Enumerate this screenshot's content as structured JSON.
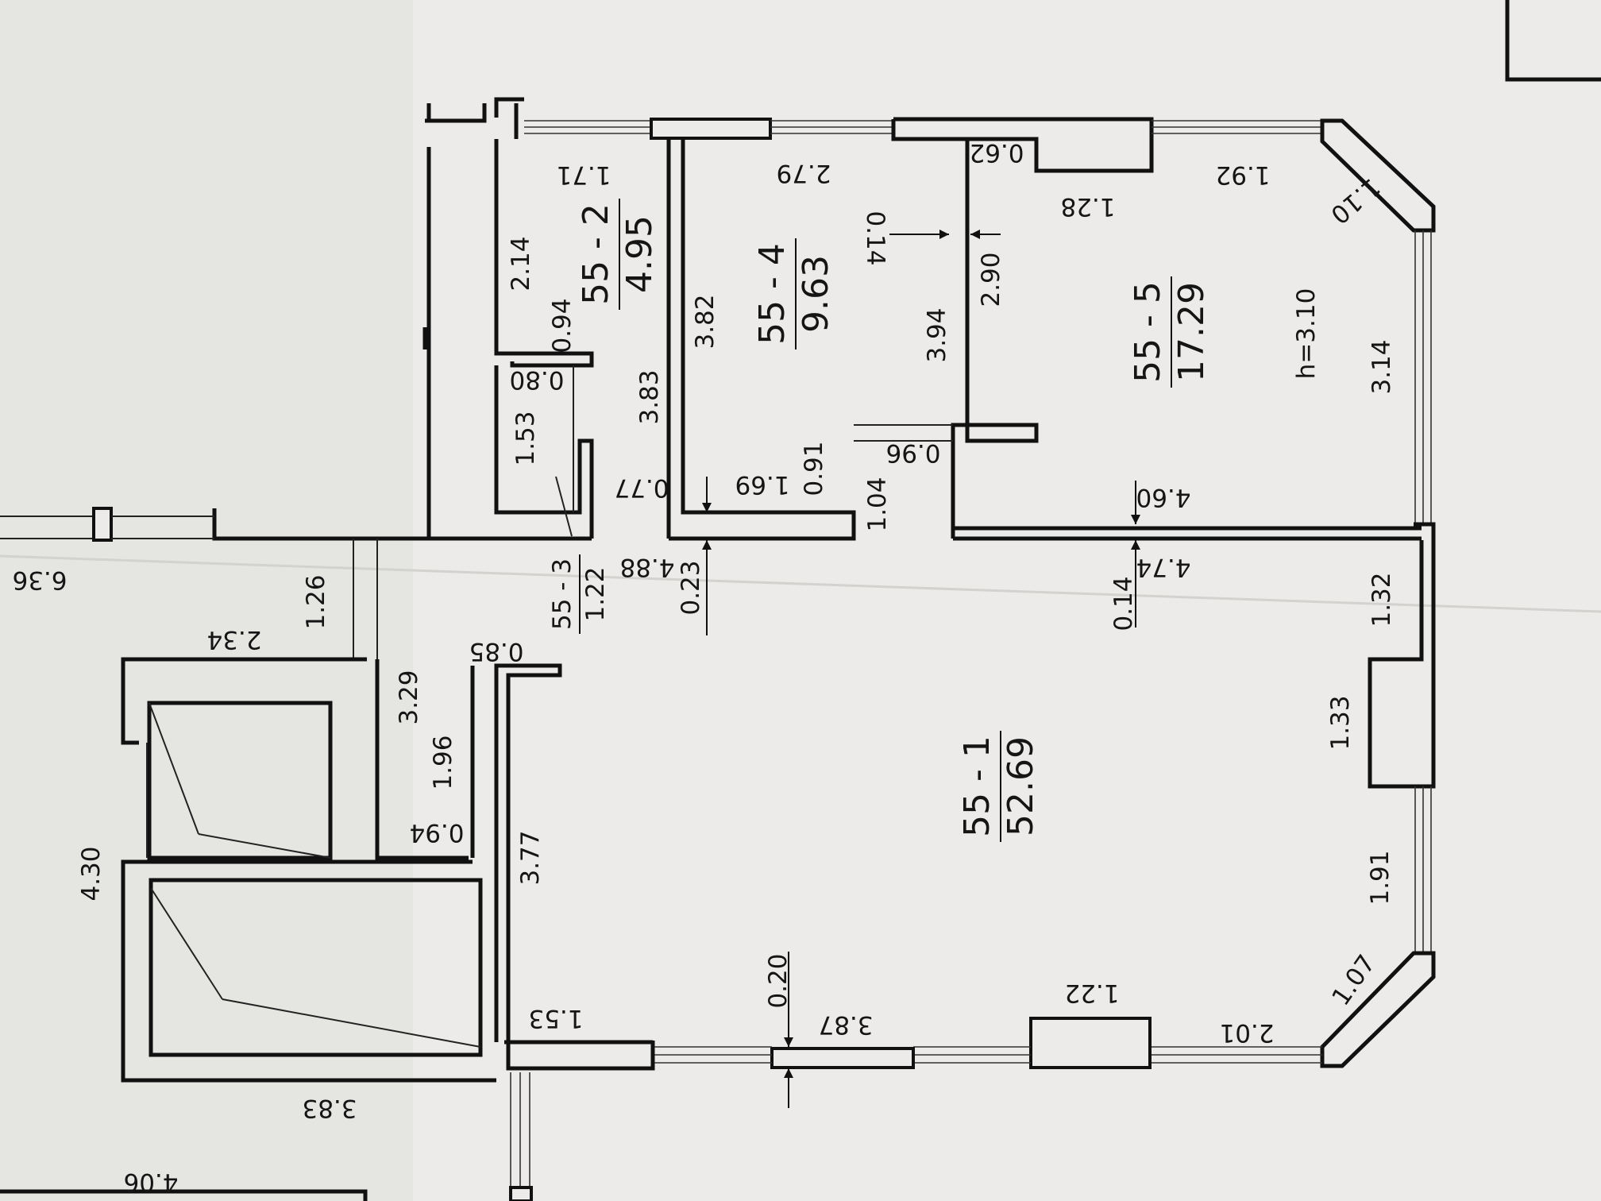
{
  "plan": {
    "rooms": [
      {
        "id": "55 - 1",
        "area": "52.69"
      },
      {
        "id": "55 - 2",
        "area": "4.95"
      },
      {
        "id": "55 - 3",
        "area": "1.22"
      },
      {
        "id": "55 - 4",
        "area": "9.63"
      },
      {
        "id": "55 - 5",
        "area": "17.29"
      }
    ],
    "ceiling_height": "h=3.10",
    "dimensions": {
      "d_171": "1.71",
      "d_214": "2.14",
      "d_094a": "0.94",
      "d_080": "0.80",
      "d_153a": "1.53",
      "d_383a": "3.83",
      "d_077": "0.77",
      "d_382": "3.82",
      "d_279": "2.79",
      "d_014a": "0.14",
      "d_394": "3.94",
      "d_169": "1.69",
      "d_091": "0.91",
      "d_104": "1.04",
      "d_096": "0.96",
      "d_290": "2.90",
      "d_062": "0.62",
      "d_128": "1.28",
      "d_192": "1.92",
      "d_110": "1.10",
      "d_314": "3.14",
      "d_460": "4.60",
      "d_474": "4.74",
      "d_014b": "0.14",
      "d_132": "1.32",
      "d_133": "1.33",
      "d_191": "1.91",
      "d_107": "1.07",
      "d_201": "2.01",
      "d_122": "1.22",
      "d_387": "3.87",
      "d_020": "0.20",
      "d_153b": "1.53",
      "d_377": "3.77",
      "d_085": "0.85",
      "d_329": "3.29",
      "d_196": "1.96",
      "d_094b": "0.94",
      "d_234": "2.34",
      "d_126": "1.26",
      "d_430": "4.30",
      "d_383b": "3.83",
      "d_406": "4.06",
      "d_636": "6.36",
      "d_488": "4.88",
      "d_023": "0.23"
    }
  }
}
